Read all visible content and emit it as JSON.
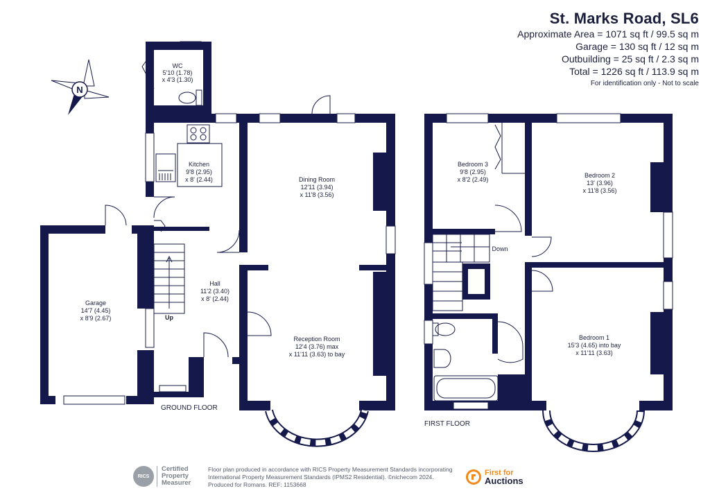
{
  "header": {
    "title": "St. Marks Road, SL6",
    "areas": [
      "Approximate Area = 1071 sq ft / 99.5 sq m",
      "Garage = 130 sq ft / 12 sq m",
      "Outbuilding = 25 sq ft / 2.3 sq m",
      "Total = 1226 sq ft / 113.9 sq m"
    ],
    "note": "For identification only - Not to scale"
  },
  "compass": {
    "label": "N"
  },
  "ground_floor": {
    "label": "GROUND FLOOR",
    "rooms": {
      "wc": [
        "WC",
        "5'10 (1.78)",
        "x 4'3 (1.30)"
      ],
      "kitchen": [
        "Kitchen",
        "9'8 (2.95)",
        "x 8' (2.44)"
      ],
      "dining": [
        "Dining Room",
        "12'11 (3.94)",
        "x 11'8 (3.56)"
      ],
      "garage": [
        "Garage",
        "14'7 (4.45)",
        "x 8'9 (2.67)"
      ],
      "hall": [
        "Hall",
        "11'2 (3.40)",
        "x 8' (2.44)"
      ],
      "reception": [
        "Reception Room",
        "12'4 (3.76) max",
        "x 11'11 (3.63) to bay"
      ]
    },
    "stairs_label": "Up"
  },
  "first_floor": {
    "label": "FIRST FLOOR",
    "rooms": {
      "bedroom3": [
        "Bedroom 3",
        "9'8 (2.95)",
        "x 8'2 (2.49)"
      ],
      "bedroom2": [
        "Bedroom 2",
        "13' (3.96)",
        "x 11'8 (3.56)"
      ],
      "bedroom1": [
        "Bedroom 1",
        "15'3 (4.65) into bay",
        "x 11'11 (3.63)"
      ]
    },
    "stairs_label": "Down"
  },
  "footer": {
    "rics_logo": "RICS",
    "certified": [
      "Certified",
      "Property",
      "Measurer"
    ],
    "text": [
      "Floor plan produced in accordance with RICS Property Measurement Standards incorporating",
      "International Property Measurement Standards (IPMS2 Residential). ©nichecom 2024.",
      "Produced for Romans.   REF: 1153668"
    ],
    "brand": [
      "First for",
      "Auctions"
    ]
  },
  "colors": {
    "wall": "#14184a",
    "text": "#1b1f3b",
    "brand_orange": "#f08a1d",
    "rics_grey": "#9aa0a8"
  }
}
